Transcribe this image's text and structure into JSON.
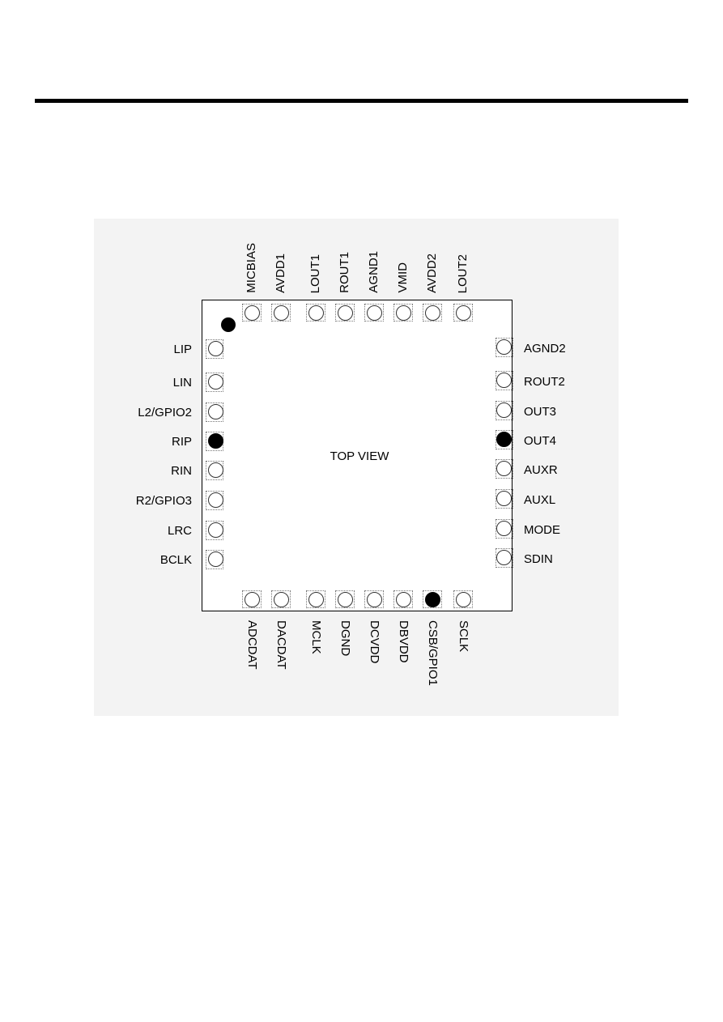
{
  "diagram": {
    "center_label": "TOP VIEW",
    "pins_top": [
      {
        "label": "MICBIAS",
        "filled": false
      },
      {
        "label": "AVDD1",
        "filled": false
      },
      {
        "label": "LOUT1",
        "filled": false
      },
      {
        "label": "ROUT1",
        "filled": false
      },
      {
        "label": "AGND1",
        "filled": false
      },
      {
        "label": "VMID",
        "filled": false
      },
      {
        "label": "AVDD2",
        "filled": false
      },
      {
        "label": "LOUT2",
        "filled": false
      }
    ],
    "pins_left": [
      {
        "label": "LIP",
        "filled": false
      },
      {
        "label": "LIN",
        "filled": false
      },
      {
        "label": "L2/GPIO2",
        "filled": false
      },
      {
        "label": "RIP",
        "filled": true
      },
      {
        "label": "RIN",
        "filled": false
      },
      {
        "label": "R2/GPIO3",
        "filled": false
      },
      {
        "label": "LRC",
        "filled": false
      },
      {
        "label": "BCLK",
        "filled": false
      }
    ],
    "pins_right": [
      {
        "label": "AGND2",
        "filled": false
      },
      {
        "label": "ROUT2",
        "filled": false
      },
      {
        "label": "OUT3",
        "filled": false
      },
      {
        "label": "OUT4",
        "filled": true
      },
      {
        "label": "AUXR",
        "filled": false
      },
      {
        "label": "AUXL",
        "filled": false
      },
      {
        "label": "MODE",
        "filled": false
      },
      {
        "label": "SDIN",
        "filled": false
      }
    ],
    "pins_bottom": [
      {
        "label": "ADCDAT",
        "filled": false
      },
      {
        "label": "DACDAT",
        "filled": false
      },
      {
        "label": "MCLK",
        "filled": false
      },
      {
        "label": "DGND",
        "filled": false
      },
      {
        "label": "DCVDD",
        "filled": false
      },
      {
        "label": "DBVDD",
        "filled": false
      },
      {
        "label": "CSB/GPIO1",
        "filled": true
      },
      {
        "label": "SCLK",
        "filled": false
      }
    ]
  }
}
